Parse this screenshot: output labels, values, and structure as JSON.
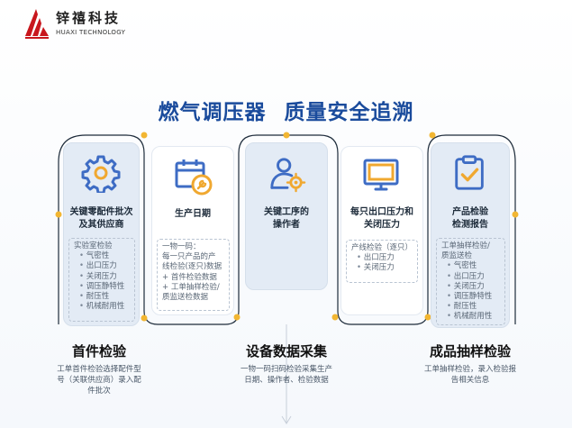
{
  "brand": {
    "name_cn": "锌禧科技",
    "name_en": "HUAXI TECHNOLOGY"
  },
  "title": {
    "part1": "燃气调压器",
    "part2": "质量安全追溯"
  },
  "colors": {
    "accent_yellow": "#f2b632",
    "brand_blue": "#1a4b9c",
    "icon_blue": "#3e6cc4",
    "icon_yellow": "#f0a830",
    "card_highlight": "#e3ebf5"
  },
  "cards": [
    {
      "icon": "gear-icon",
      "title": [
        "关键零配件批次",
        "及其供应商"
      ],
      "sub_header": "实验室检验",
      "sub_items": [
        "气密性",
        "出口压力",
        "关闭压力",
        "调压静特性",
        "耐压性",
        "机械耐用性"
      ]
    },
    {
      "icon": "calendar-wrench-icon",
      "title": [
        "生产日期"
      ],
      "sub_header": "一物一码：",
      "sub_lines": [
        "每一只产品的产",
        "线检验(逐只)数据",
        "+ 首件检验数据",
        "+ 工单抽样检验/",
        "质监送检数据"
      ]
    },
    {
      "icon": "operator-gear-icon",
      "title": [
        "关键工序的",
        "操作者"
      ]
    },
    {
      "icon": "monitor-icon",
      "title": [
        "每只出口压力和",
        "关闭压力"
      ],
      "sub_header": "产线检验（逐只）",
      "sub_items": [
        "出口压力",
        "关闭压力"
      ]
    },
    {
      "icon": "clipboard-check-icon",
      "title": [
        "产品检验",
        "检测报告"
      ],
      "sub_header_lines": [
        "工单抽样检验/",
        "质监送检"
      ],
      "sub_items": [
        "气密性",
        "出口压力",
        "关闭压力",
        "调压静特性",
        "耐压性",
        "机械耐用性"
      ]
    }
  ],
  "stages": [
    {
      "title": "首件检验",
      "desc": [
        "工单首件检验选择配件型",
        "号（关联供应商）录入配",
        "件批次"
      ]
    },
    {
      "title": "设备数据采集",
      "desc": [
        "一物一码扫码检验采集生产",
        "日期、操作者、检验数据"
      ]
    },
    {
      "title": "成品抽样检验",
      "desc": [
        "工单抽样检验，录入检验报",
        "告相关信息"
      ]
    }
  ]
}
